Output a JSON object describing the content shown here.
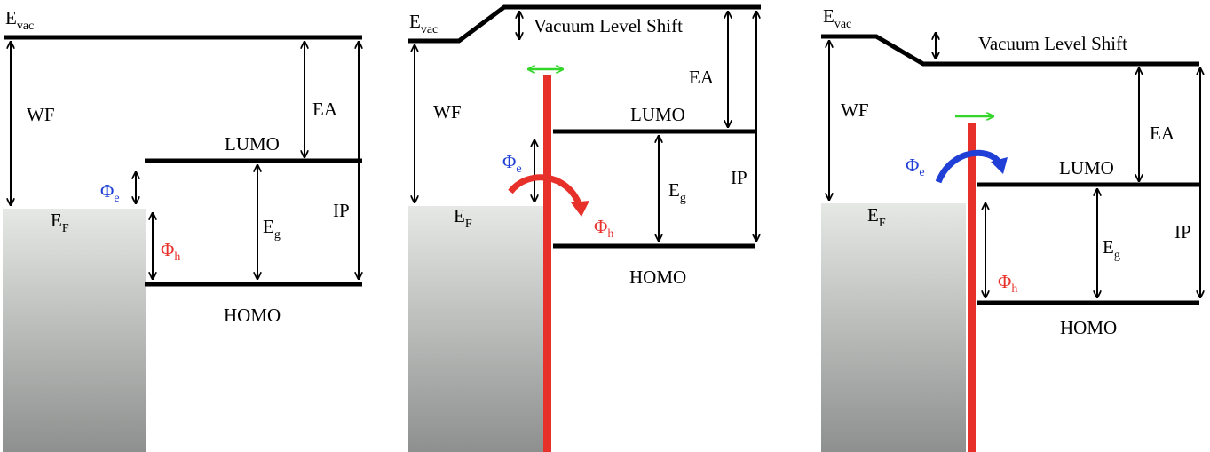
{
  "colors": {
    "line": "#000000",
    "interface_layer": "#e8302a",
    "electron_barrier": "#1f3fd6",
    "hole_barrier": "#e8302a",
    "dipole_arrow": "#35d62a",
    "metal_fill_top": "#e6e8e6",
    "metal_fill_bottom": "#8d908e"
  },
  "labels": {
    "e": "E",
    "vac": "vac",
    "f": "F",
    "g": "g",
    "phi": "Φ",
    "sub_e": "e",
    "sub_h": "h",
    "wf": "WF",
    "ea": "EA",
    "ip": "IP",
    "lumo": "LUMO",
    "homo": "HOMO",
    "vacuum_level_shift": "Vacuum Level Shift"
  },
  "panels": [
    {
      "id": "no-interface-dipole",
      "has_dipole": false,
      "vacuum_shift": "none"
    },
    {
      "id": "upward-vacuum-shift",
      "has_dipole": true,
      "vacuum_shift": "up",
      "dipole_arrow": "left-right"
    },
    {
      "id": "downward-vacuum-shift",
      "has_dipole": true,
      "vacuum_shift": "down",
      "dipole_arrow": "right"
    }
  ]
}
